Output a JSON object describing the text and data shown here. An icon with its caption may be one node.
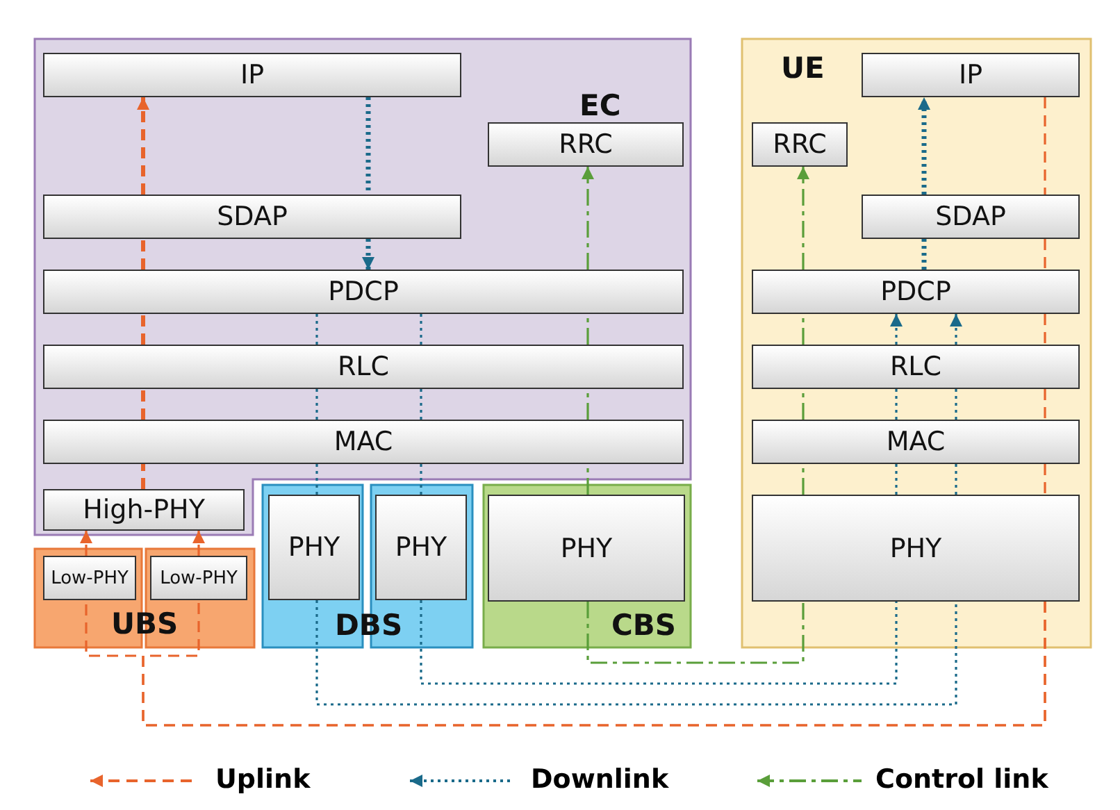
{
  "diagram": {
    "nodes": [
      {
        "text": [
          "EC"
        ]
      },
      {
        "text": [
          "IP"
        ],
        "in": 0
      },
      {
        "text": [
          "RRC"
        ],
        "in": 0
      },
      {
        "text": [
          "SDAP"
        ],
        "in": 0
      },
      {
        "text": [
          "PDCP"
        ],
        "in": 0
      },
      {
        "text": [
          "RLC"
        ],
        "in": 0
      },
      {
        "text": [
          "MAC"
        ],
        "in": 0
      },
      {
        "text": [
          "High-PHY"
        ],
        "in": 0
      },
      {
        "text": [
          "UBS"
        ]
      },
      {
        "text": [
          "Low-PHY"
        ],
        "in": 8
      },
      {
        "text": [
          "Low-PHY"
        ],
        "in": 8
      },
      {
        "text": [
          "DBS"
        ]
      },
      {
        "text": [
          "PHY"
        ],
        "in": 11
      },
      {
        "text": [
          "PHY"
        ],
        "in": 11
      },
      {
        "text": [
          "CBS"
        ]
      },
      {
        "text": [
          "PHY"
        ],
        "in": 14
      },
      {
        "text": [
          "UE"
        ]
      },
      {
        "text": [
          "RRC"
        ],
        "in": 16
      },
      {
        "text": [
          "IP"
        ],
        "in": 16
      },
      {
        "text": [
          "SDAP"
        ],
        "in": 16
      },
      {
        "text": [
          "PDCP"
        ],
        "in": 16
      },
      {
        "text": [
          "RLC"
        ],
        "in": 16
      },
      {
        "text": [
          "MAC"
        ],
        "in": 16
      },
      {
        "text": [
          "PHY"
        ],
        "in": 16
      }
    ],
    "edges": [
      {
        "from": 9,
        "to": 7,
        "arrow": "to",
        "style": "dashed",
        "color": "#e8642c"
      },
      {
        "from": 10,
        "to": 7,
        "arrow": "to",
        "style": "dashed",
        "color": "#e8642c"
      },
      {
        "from": 7,
        "to": 6,
        "arrow": "none",
        "style": "dashed",
        "color": "#e8642c"
      },
      {
        "from": 6,
        "to": 5,
        "arrow": "none",
        "style": "dashed",
        "color": "#e8642c"
      },
      {
        "from": 5,
        "to": 4,
        "arrow": "none",
        "style": "dashed",
        "color": "#e8642c"
      },
      {
        "from": 4,
        "to": 3,
        "arrow": "none",
        "style": "dashed",
        "color": "#e8642c"
      },
      {
        "from": 3,
        "to": 1,
        "arrow": "to",
        "style": "dashed",
        "color": "#e8642c"
      },
      {
        "from": 18,
        "to": 19,
        "arrow": "none",
        "style": "dashed",
        "color": "#e8642c"
      },
      {
        "from": 19,
        "to": 20,
        "arrow": "none",
        "style": "dashed",
        "color": "#e8642c"
      },
      {
        "from": 20,
        "to": 21,
        "arrow": "none",
        "style": "dashed",
        "color": "#e8642c"
      },
      {
        "from": 21,
        "to": 22,
        "arrow": "none",
        "style": "dashed",
        "color": "#e8642c"
      },
      {
        "from": 22,
        "to": 23,
        "arrow": "none",
        "style": "dashed",
        "color": "#e8642c"
      },
      {
        "from": 23,
        "to": 9,
        "arrow": "none",
        "style": "dashed",
        "color": "#e8642c"
      },
      {
        "from": 23,
        "to": 10,
        "arrow": "none",
        "style": "dashed",
        "color": "#e8642c"
      },
      {
        "from": 1,
        "to": 3,
        "arrow": "none",
        "style": "dashed",
        "color": "#1a6a8a"
      },
      {
        "from": 3,
        "to": 4,
        "arrow": "to",
        "style": "dashed",
        "color": "#1a6a8a"
      },
      {
        "from": 4,
        "to": 5,
        "arrow": "none",
        "style": "dashed",
        "color": "#1a6a8a"
      },
      {
        "from": 4,
        "to": 5,
        "arrow": "none",
        "style": "dashed",
        "color": "#1a6a8a"
      },
      {
        "from": 5,
        "to": 6,
        "arrow": "none",
        "style": "dashed",
        "color": "#1a6a8a"
      },
      {
        "from": 5,
        "to": 6,
        "arrow": "none",
        "style": "dashed",
        "color": "#1a6a8a"
      },
      {
        "from": 6,
        "to": 12,
        "arrow": "none",
        "style": "dashed",
        "color": "#1a6a8a"
      },
      {
        "from": 6,
        "to": 13,
        "arrow": "none",
        "style": "dashed",
        "color": "#1a6a8a"
      },
      {
        "from": 12,
        "to": 23,
        "arrow": "none",
        "style": "dashed",
        "color": "#1a6a8a"
      },
      {
        "from": 13,
        "to": 23,
        "arrow": "none",
        "style": "dashed",
        "color": "#1a6a8a"
      },
      {
        "from": 23,
        "to": 22,
        "arrow": "none",
        "style": "dashed",
        "color": "#1a6a8a"
      },
      {
        "from": 23,
        "to": 22,
        "arrow": "none",
        "style": "dashed",
        "color": "#1a6a8a"
      },
      {
        "from": 22,
        "to": 21,
        "arrow": "none",
        "style": "dashed",
        "color": "#1a6a8a"
      },
      {
        "from": 22,
        "to": 21,
        "arrow": "none",
        "style": "dashed",
        "color": "#1a6a8a"
      },
      {
        "from": 21,
        "to": 20,
        "arrow": "to",
        "style": "dashed",
        "color": "#1a6a8a"
      },
      {
        "from": 21,
        "to": 20,
        "arrow": "to",
        "style": "dashed",
        "color": "#1a6a8a"
      },
      {
        "from": 20,
        "to": 19,
        "arrow": "none",
        "style": "dashed",
        "color": "#1a6a8a"
      },
      {
        "from": 19,
        "to": 18,
        "arrow": "to",
        "style": "dashed",
        "color": "#1a6a8a"
      },
      {
        "from": 15,
        "to": 6,
        "arrow": "none",
        "style": "dashed",
        "color": "#5a9e3a"
      },
      {
        "from": 6,
        "to": 5,
        "arrow": "none",
        "style": "dashed",
        "color": "#5a9e3a"
      },
      {
        "from": 5,
        "to": 4,
        "arrow": "none",
        "style": "dashed",
        "color": "#5a9e3a"
      },
      {
        "from": 4,
        "to": 2,
        "arrow": "to",
        "style": "dashed",
        "color": "#5a9e3a"
      },
      {
        "from": 15,
        "to": 23,
        "arrow": "none",
        "style": "dashed",
        "color": "#5a9e3a"
      },
      {
        "from": 23,
        "to": 22,
        "arrow": "none",
        "style": "dashed",
        "color": "#5a9e3a"
      },
      {
        "from": 22,
        "to": 21,
        "arrow": "none",
        "style": "dashed",
        "color": "#5a9e3a"
      },
      {
        "from": 21,
        "to": 20,
        "arrow": "none",
        "style": "dashed",
        "color": "#5a9e3a"
      },
      {
        "from": 20,
        "to": 17,
        "arrow": "to",
        "style": "dashed",
        "color": "#5a9e3a"
      }
    ],
    "legend": [
      {
        "text": "Uplink"
      },
      {
        "text": "Downlink"
      },
      {
        "text": "Control link"
      }
    ]
  }
}
